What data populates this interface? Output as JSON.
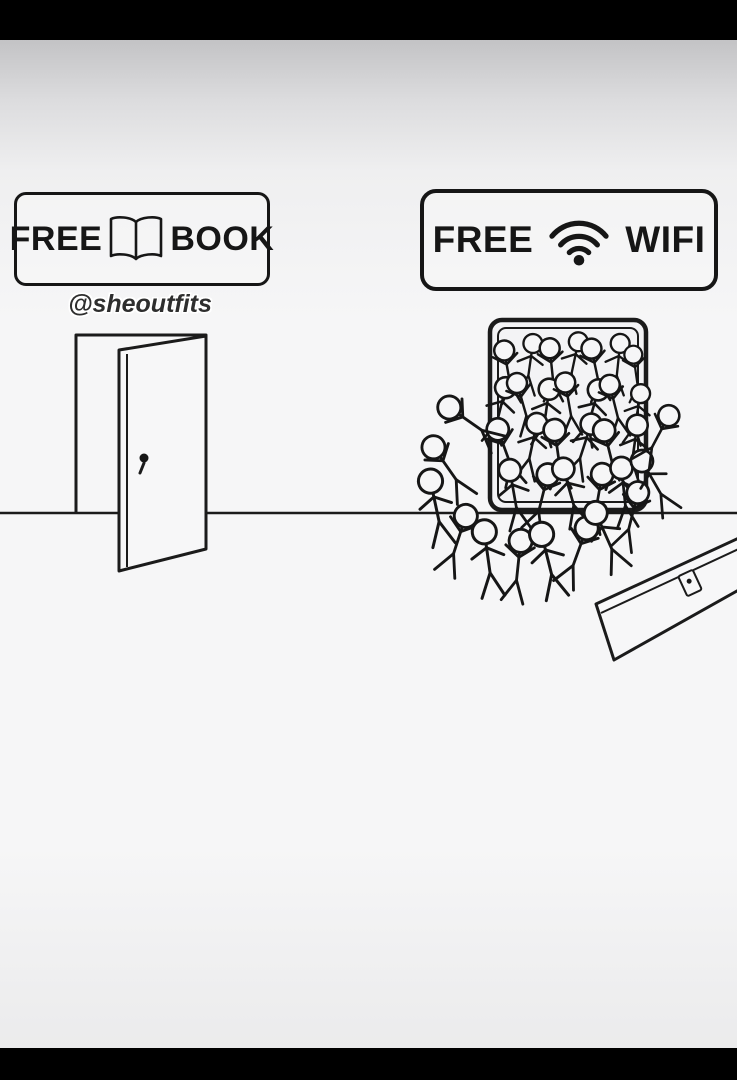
{
  "signs": {
    "book": {
      "left_word": "FREE",
      "right_word": "BOOK",
      "icon": "open-book-icon"
    },
    "wifi": {
      "left_word": "FREE",
      "right_word": "WIFI",
      "icon": "wifi-icon"
    }
  },
  "watermark": {
    "handle": "@sheoutfits"
  },
  "colors": {
    "letterbox": "#000000",
    "background": "#f6f6f7",
    "background_top": "#c3c3c5",
    "ink": "#161616"
  }
}
